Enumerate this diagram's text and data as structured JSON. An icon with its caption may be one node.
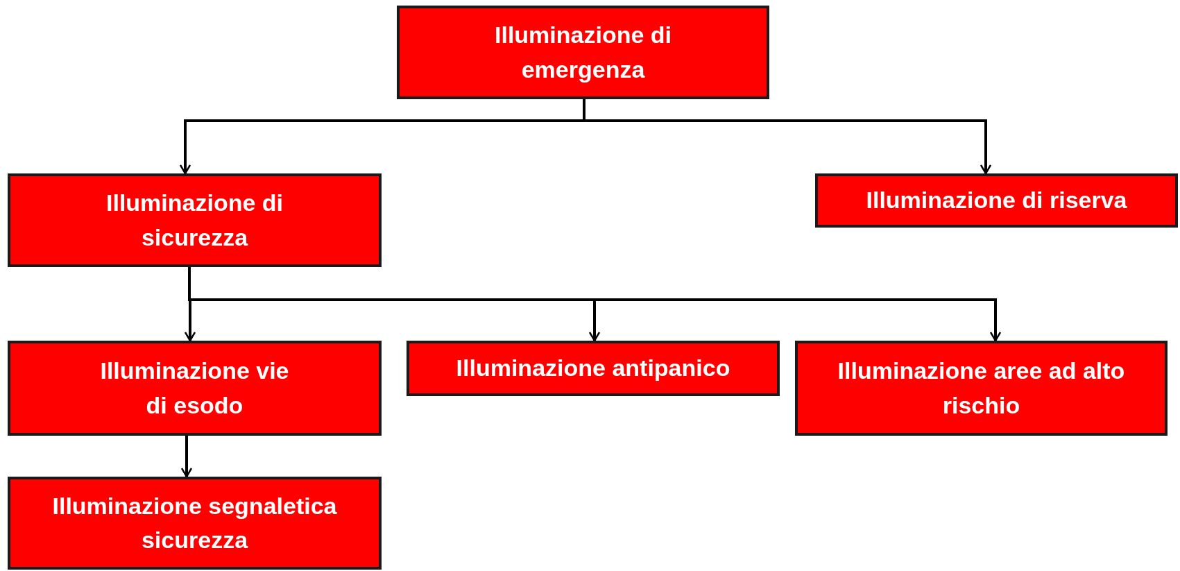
{
  "diagram": {
    "nodes": [
      {
        "text": [
          "Illuminazione di emergenza"
        ]
      },
      {
        "text": [
          "Illuminazione di sicurezza"
        ]
      },
      {
        "text": [
          "Illuminazione di riserva"
        ]
      },
      {
        "text": [
          "Illuminazione vie di esodo"
        ]
      },
      {
        "text": [
          "Illuminazione antipanico"
        ]
      },
      {
        "text": [
          "Illuminazione aree ad alto rischio"
        ]
      },
      {
        "text": [
          "Illuminazione segnaletica sicurezza"
        ]
      }
    ],
    "edges": [
      {
        "from": 0,
        "to": 1,
        "arrow": "to"
      },
      {
        "from": 0,
        "to": 2,
        "arrow": "to"
      },
      {
        "from": 1,
        "to": 3,
        "arrow": "to"
      },
      {
        "from": 1,
        "to": 4,
        "arrow": "to"
      },
      {
        "from": 1,
        "to": 5,
        "arrow": "to"
      },
      {
        "from": 3,
        "to": 6,
        "arrow": "to"
      }
    ]
  }
}
